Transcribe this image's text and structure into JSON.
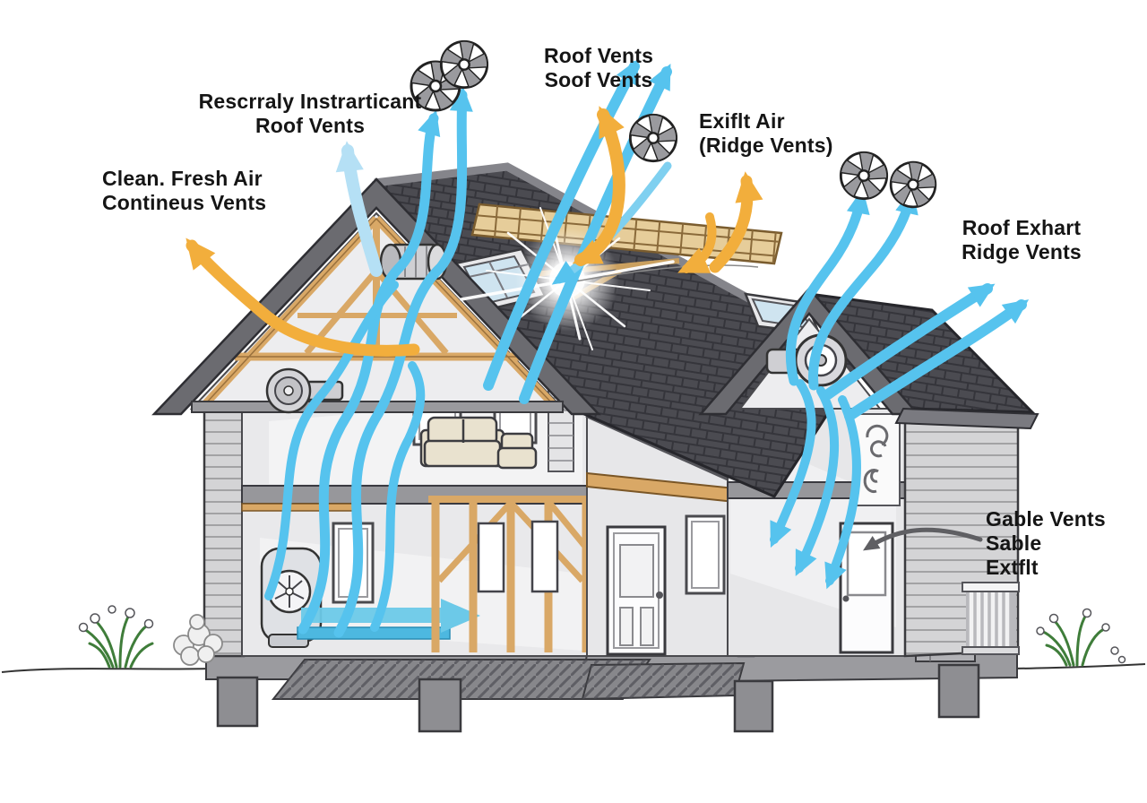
{
  "diagram": {
    "type": "house-ventilation-cutaway",
    "background": "#ffffff"
  },
  "annotations": [
    {
      "id": "intake-roof-vents",
      "lines": [
        "Rescrraly Instrarticant",
        "Roof Vents"
      ]
    },
    {
      "id": "clean-fresh-air",
      "lines": [
        "Clean. Fresh Air",
        "Contineus Vents"
      ]
    },
    {
      "id": "roof-vents",
      "lines": [
        "Roof Vents",
        "Soof Vents"
      ]
    },
    {
      "id": "exit-air",
      "lines": [
        "Exiflt Air",
        "(Ridge Vents)"
      ]
    },
    {
      "id": "roof-exhaust",
      "lines": [
        "Roof Exhart",
        "Ridge Vents"
      ]
    },
    {
      "id": "gable-vents",
      "lines": [
        "Gable Vents",
        "Sable",
        "Extflt"
      ]
    }
  ],
  "colors": {
    "airflow_blue": "#56c3ee",
    "airflow_pale_blue": "#b5e0f5",
    "exhaust_orange": "#f2ae3c",
    "roof_shingle_dark": "#4b4b51",
    "roof_fascia_gray": "#6b6b70",
    "framing_wood_tan": "#d9a866",
    "siding_gray": "#d6d6d8",
    "wall_interior": "#e9e9eb",
    "foundation_gray": "#8e8e92",
    "label_text": "#151515",
    "pointer_gray": "#5f5f63",
    "plant_green": "#3f7d3a"
  },
  "icons": {
    "turbine_fan": "turbine-fan-icon",
    "turbine_fan_count": 5,
    "sun_flare": "sun-flare-icon",
    "blue_arrow": "airflow-arrow-blue",
    "orange_arrow": "exhaust-arrow-orange",
    "label_pointer": "label-pointer-arrow"
  }
}
